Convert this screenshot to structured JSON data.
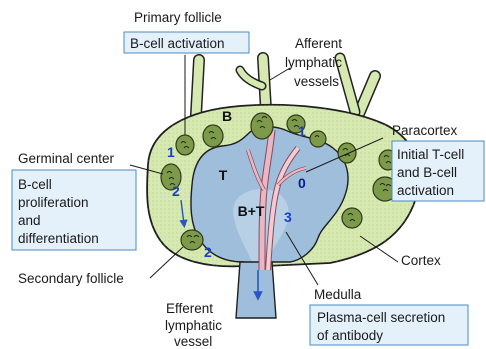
{
  "labels": {
    "primary_follicle": "Primary follicle",
    "afferent_line1": "Afferent",
    "afferent_line2": "lymphatic",
    "afferent_line3": "vessels",
    "germinal_center": "Germinal center",
    "paracortex": "Paracortex",
    "cortex": "Cortex",
    "secondary_follicle": "Secondary follicle",
    "medulla": "Medulla",
    "efferent_line1": "Efferent",
    "efferent_line2": "lymphatic",
    "efferent_line3": "vessel"
  },
  "regions": {
    "b_zone": "B",
    "t_zone": "T",
    "bt_zone": "B+T"
  },
  "boxes": {
    "b_activation": "B-cell activation",
    "t_activation_line1": "Initial T-cell",
    "t_activation_line2": "and B-cell",
    "t_activation_line3": "activation",
    "proliferation_line1": "B-cell",
    "proliferation_line2": "proliferation",
    "proliferation_line3": "and",
    "proliferation_line4": "differentiation",
    "plasma_line1": "Plasma-cell secretion",
    "plasma_line2": "of antibody"
  },
  "steps": {
    "step1_left": "1",
    "step1_right": "1",
    "step2_upper": "2",
    "step2_lower": "2",
    "step3": "3",
    "step0": "0"
  },
  "colors": {
    "cortex_fill": "#d6e9b0",
    "paracortex_fill": "#9fbedb",
    "follicle_fill": "#7d9a4b",
    "box_fill": "#e4f1fb",
    "box_border": "#4a8cc0",
    "step_number": "#1c3fc8",
    "vessel": "#e7b8c4"
  }
}
